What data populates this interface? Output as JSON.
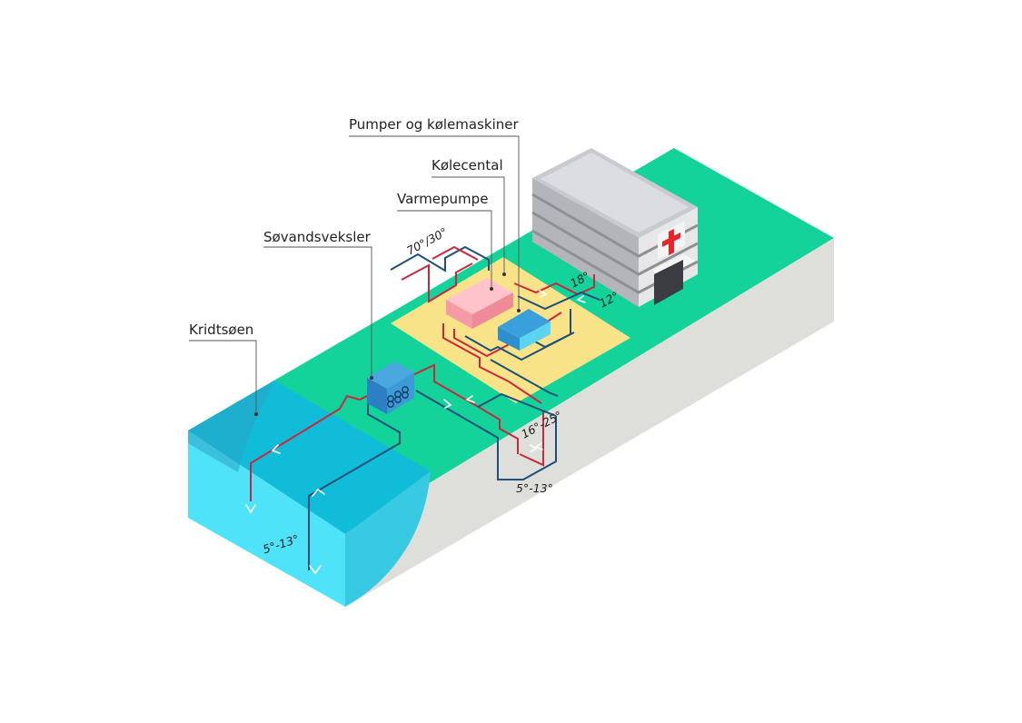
{
  "labels": {
    "pumps": "Pumper og kølemaskiner",
    "cooling_central": "Kølecental",
    "heat_pump": "Varmepumpe",
    "lake_exchanger": "Søvandsveksler",
    "lake": "Kridtsøen"
  },
  "temperatures": {
    "heating": "70°/30°",
    "building_supply": "18°",
    "building_return": "12°",
    "district": "16°-25°",
    "district_low": "5°-13°",
    "lake": "5°-13°"
  },
  "colors": {
    "ground_top": "#13d39a",
    "ground_side": "#dedfdb",
    "water_top": "#11bcd8",
    "water_front": "#4ee3f8",
    "water_side": "#38c9e3",
    "yard": "#f8e388",
    "heat_pump": "#f59ba8",
    "cooling_box": "#2d8fd0",
    "exchanger": "#2d7fc4",
    "pipe_hot": "#c8283f",
    "pipe_cold": "#1d4f79",
    "building": "#cfd0d3",
    "cross": "#e6252b"
  },
  "icons": {
    "hospital_cross": "red-cross-icon",
    "coil": "heat-exchanger-coil-icon",
    "flow_arrow": "chevron-arrow-icon"
  }
}
